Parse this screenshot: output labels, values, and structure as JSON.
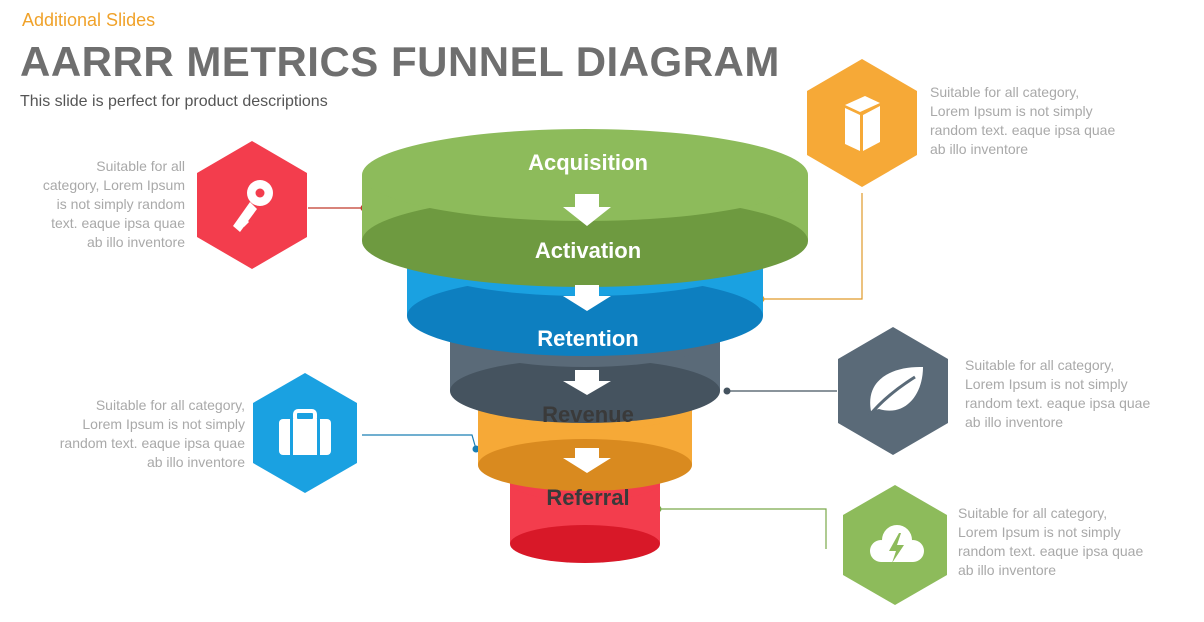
{
  "header": {
    "kicker": "Additional Slides",
    "title": "AARRR METRICS FUNNEL DIAGRAM",
    "subtitle": "This slide is perfect for product descriptions"
  },
  "stages": [
    {
      "label": "Acquisition",
      "color": "#8dbb5b",
      "side_color": "#6e9a40",
      "label_color": "#ffffff"
    },
    {
      "label": "Activation",
      "color": "#1aa1e1",
      "side_color": "#0d7fc0",
      "label_color": "#ffffff"
    },
    {
      "label": "Retention",
      "color": "#5a6a78",
      "side_color": "#45535f",
      "label_color": "#ffffff"
    },
    {
      "label": "Revenue",
      "color": "#f6a937",
      "side_color": "#d98a1f",
      "label_color": "#3a3a3a"
    },
    {
      "label": "Referral",
      "color": "#f33d4d",
      "side_color": "#d81828",
      "label_color": "#3a3a3a"
    }
  ],
  "callouts": [
    {
      "icon": "key-icon",
      "color": "#f33d4d",
      "text": [
        "Suitable for all",
        "category, Lorem Ipsum",
        "is not simply random",
        "text. eaque ipsa quae",
        "ab illo inventore"
      ]
    },
    {
      "icon": "book-icon",
      "color": "#f6a937",
      "text": [
        "Suitable for all category,",
        "Lorem Ipsum is not simply",
        "random text. eaque ipsa quae",
        "ab illo inventore"
      ]
    },
    {
      "icon": "leaf-icon",
      "color": "#5a6a78",
      "text": [
        "Suitable for all category,",
        "Lorem Ipsum is not simply",
        "random text. eaque ipsa quae",
        "ab illo inventore"
      ]
    },
    {
      "icon": "briefcase-icon",
      "color": "#1aa1e1",
      "text": [
        "Suitable for all category,",
        "Lorem Ipsum is not simply",
        "random text. eaque ipsa quae",
        "ab illo inventore"
      ]
    },
    {
      "icon": "cloud-bolt-icon",
      "color": "#8dbb5b",
      "text": [
        "Suitable for all category,",
        "Lorem Ipsum is not simply",
        "random text. eaque ipsa quae",
        "ab illo inventore"
      ]
    }
  ]
}
